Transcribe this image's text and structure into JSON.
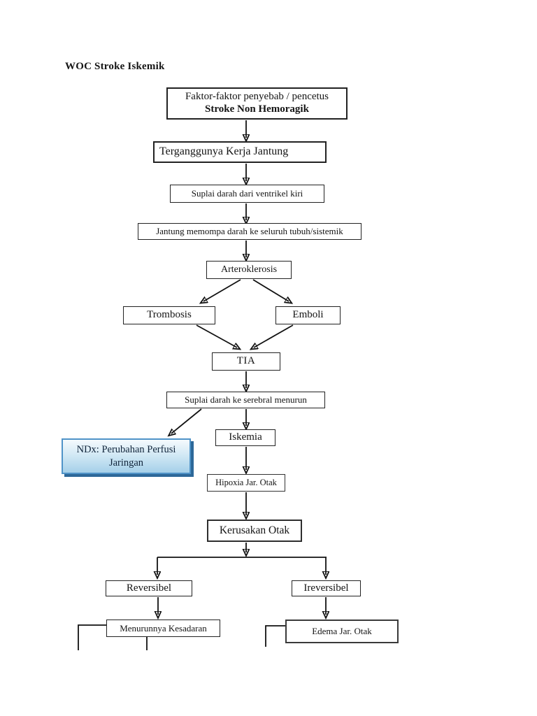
{
  "page": {
    "title": "WOC Stroke Iskemik"
  },
  "flowchart": {
    "nodes": {
      "causes": {
        "line1": "Faktor-faktor penyebab / pencetus",
        "line2": "Stroke Non Hemoragik"
      },
      "heart": {
        "label": "Terganggunya Kerja Jantung"
      },
      "supply_ventricle": {
        "label": "Suplai darah dari ventrikel kiri"
      },
      "pump": {
        "label": "Jantung memompa darah ke seluruh tubuh/sistemik"
      },
      "arterosclerosis": {
        "label": "Arteroklerosis"
      },
      "thrombosis": {
        "label": "Trombosis"
      },
      "emboli": {
        "label": "Emboli"
      },
      "tia": {
        "label": "TIA"
      },
      "cerebral_supply": {
        "label": "Suplai darah ke serebral menurun"
      },
      "iskemia": {
        "label": "Iskemia"
      },
      "ndx": {
        "label": "NDx: Perubahan Perfusi Jaringan"
      },
      "hypoxia": {
        "label": "Hipoxia Jar. Otak"
      },
      "brain_damage": {
        "label": "Kerusakan Otak"
      },
      "reversible": {
        "label": "Reversibel"
      },
      "irreversible": {
        "label": "Ireversibel"
      },
      "consciousness": {
        "label": "Menurunnya Kesadaran"
      },
      "edema": {
        "label": "Edema Jar. Otak"
      }
    },
    "edges": [
      {
        "from": "causes",
        "to": "heart"
      },
      {
        "from": "heart",
        "to": "supply_ventricle"
      },
      {
        "from": "supply_ventricle",
        "to": "pump"
      },
      {
        "from": "pump",
        "to": "arterosclerosis"
      },
      {
        "from": "arterosclerosis",
        "to": "thrombosis"
      },
      {
        "from": "arterosclerosis",
        "to": "emboli"
      },
      {
        "from": "thrombosis",
        "to": "tia"
      },
      {
        "from": "emboli",
        "to": "tia"
      },
      {
        "from": "tia",
        "to": "cerebral_supply"
      },
      {
        "from": "cerebral_supply",
        "to": "iskemia"
      },
      {
        "from": "cerebral_supply",
        "to": "ndx"
      },
      {
        "from": "iskemia",
        "to": "hypoxia"
      },
      {
        "from": "hypoxia",
        "to": "brain_damage"
      },
      {
        "from": "brain_damage",
        "to": "reversible"
      },
      {
        "from": "brain_damage",
        "to": "irreversible"
      },
      {
        "from": "reversible",
        "to": "consciousness"
      },
      {
        "from": "irreversible",
        "to": "edema"
      }
    ],
    "colors": {
      "ndx_border": "#4f93c8",
      "ndx_fill_top": "#f5fafd",
      "ndx_fill_mid": "#d3e9f5",
      "ndx_fill_bottom": "#a5d0e9",
      "ndx_shadow": "#2d6899",
      "ndx_text": "#10243a",
      "line": "#111111"
    }
  }
}
